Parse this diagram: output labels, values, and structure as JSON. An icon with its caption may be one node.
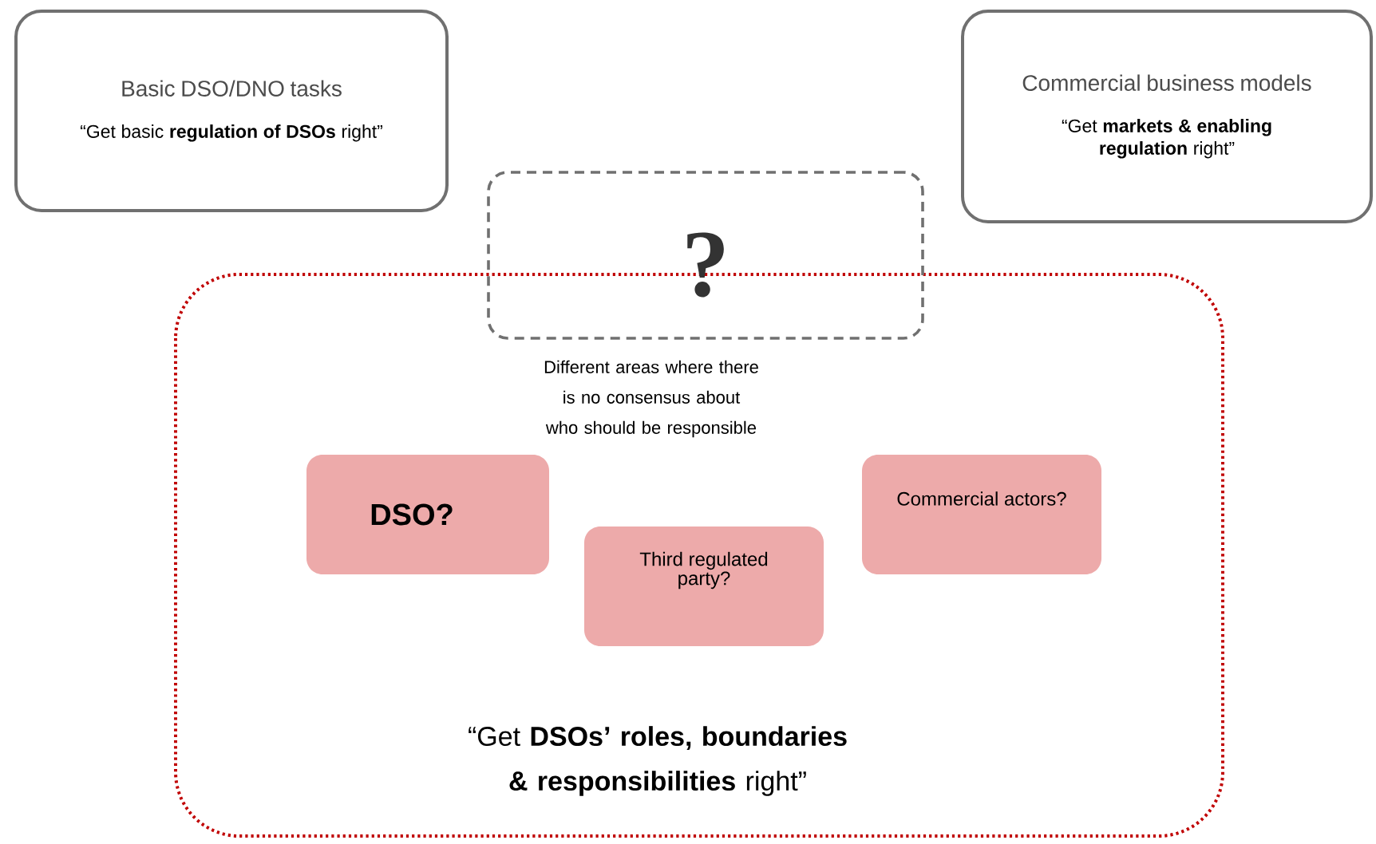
{
  "diagram": {
    "nodes": [
      {
        "text": [
          "Basic DSO/DNO tasks",
          "“Get basic **regulation of DSOs** right”"
        ]
      },
      {
        "text": [
          "Commercial business models",
          "“Get **markets & enabling regulation** right”"
        ]
      },
      {
        "text": [
          "?"
        ]
      },
      {
        "text": [
          "Different areas where there is no consensus about who should be responsible",
          "“Get **DSOs’ roles, boundaries & responsibilities** right”"
        ]
      },
      {
        "text": [
          "DSO?"
        ],
        "in": 3
      },
      {
        "text": [
          "Third regulated party?"
        ],
        "in": 3
      },
      {
        "text": [
          "Commercial actors?"
        ],
        "in": 3
      }
    ],
    "edges": []
  }
}
